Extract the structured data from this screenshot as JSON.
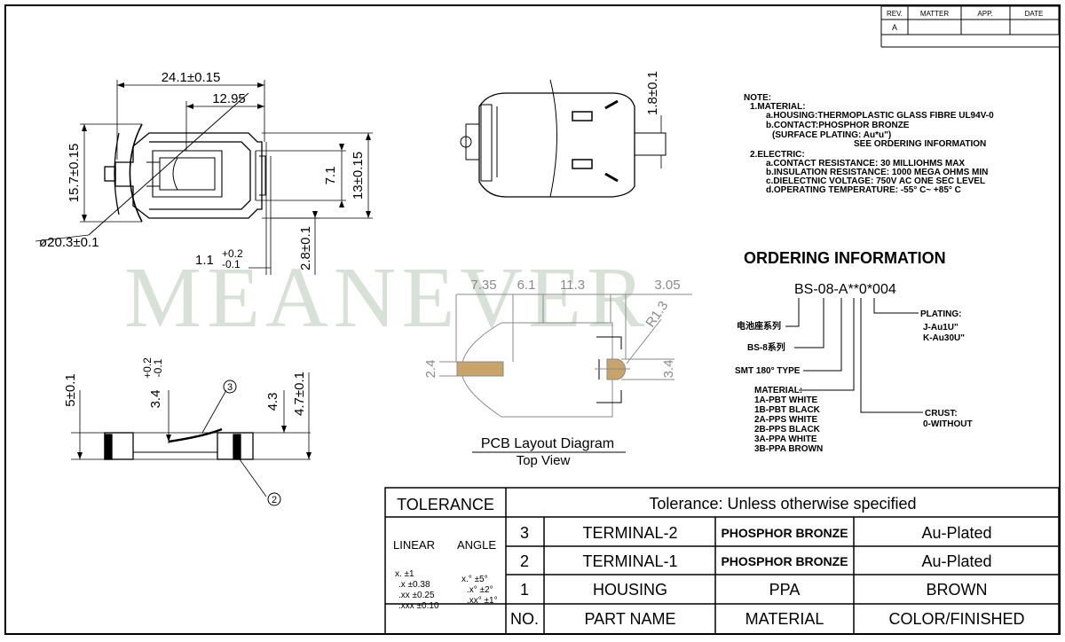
{
  "revision_block": {
    "headers": [
      "REV.",
      "MATTER",
      "APP.",
      "DATE"
    ],
    "rev": "A"
  },
  "side_view_dims": {
    "width_total": "24.1±0.15",
    "width_inner": "12.95",
    "height_left": "15.7±0.15",
    "diameter": "ø20.3±0.1",
    "inner_7_1": "7.1",
    "right_13": "13±0.15",
    "offset_11": "1.1",
    "offset_11_tol_plus": "+0.2",
    "offset_11_tol_minus": "-0.1",
    "offset_28": "2.8±0.1"
  },
  "top_view_dims": {
    "height_18": "1.8±0.1"
  },
  "front_view_dims": {
    "d5": "5±0.1",
    "d34": "3.4",
    "d34_tol_plus": "+0.2",
    "d34_tol_minus": "-0.1",
    "d43": "4.3",
    "d47": "4.7±0.1",
    "callout_3": "3",
    "callout_2": "2"
  },
  "notes": {
    "title": "NOTE:",
    "lines": [
      "1.MATERIAL:",
      "a.HOUSING:THERMOPLASTIC GLASS FIBRE UL94V-0",
      "b.CONTACT:PHOSPHOR BRONZE",
      "(SURFACE PLATING: Au*u\")",
      "SEE ORDERING INFORMATION",
      "2.ELECTRIC:",
      "a.CONTACT RESISTANCE: 30 MILLIOHMS MAX",
      "b.INSULATION RESISTANCE: 1000 MEGA OHMS MIN",
      "c.DIELECTNIC VOLTAGE: 750V AC ONE SEC LEVEL",
      "d.OPERATING TEMPERATURE: -55° C~ +85° C"
    ]
  },
  "watermark": "MEANEVER",
  "pcb_layout": {
    "dims": [
      "7.35",
      "6.1",
      "11.3",
      "3.05"
    ],
    "radius": "R1.3",
    "left_height": "2.4",
    "right_height": "3.4",
    "title": "PCB Layout Diagram",
    "subtitle": "Top View"
  },
  "ordering": {
    "title": "ORDERING INFORMATION",
    "code": "BS-08-A**0*004",
    "labels": {
      "series_cn": "电池座系列",
      "bs8": "BS-8系列",
      "smt": "SMT 180° TYPE",
      "material_title": "MATERIAL:",
      "materials": [
        "1A-PBT WHITE",
        "1B-PBT BLACK",
        "2A-PPS WHITE",
        "2B-PPS BLACK",
        "3A-PPA WHITE",
        "3B-PPA BROWN"
      ],
      "plating_title": "PLATING:",
      "plating": [
        "J-Au1U\"",
        "K-Au30U\""
      ],
      "crust_title": "CRUST:",
      "crust": [
        "0-WITHOUT"
      ]
    }
  },
  "tolerance_table": {
    "tolerance_label": "TOLERANCE",
    "header_note": "Tolerance: Unless otherwise specified",
    "linear_label": "LINEAR",
    "angle_label": "ANGLE",
    "linear": [
      "x.     ±1",
      ".x   ±0.38",
      ".xx   ±0.25",
      ".xxx ±0.10"
    ],
    "angle": [
      "x.°   ±5°",
      ".x°  ±2°",
      ".xx° ±1°"
    ],
    "rows": [
      {
        "no": "3",
        "part": "TERMINAL-2",
        "material": "PHOSPHOR BRONZE",
        "finish": "Au-Plated"
      },
      {
        "no": "2",
        "part": "TERMINAL-1",
        "material": "PHOSPHOR BRONZE",
        "finish": "Au-Plated"
      },
      {
        "no": "1",
        "part": "HOUSING",
        "material": "PPA",
        "finish": "BROWN"
      }
    ],
    "headers": {
      "no": "NO.",
      "part": "PART NAME",
      "material": "MATERIAL",
      "finish": "COLOR/FINISHED"
    }
  }
}
